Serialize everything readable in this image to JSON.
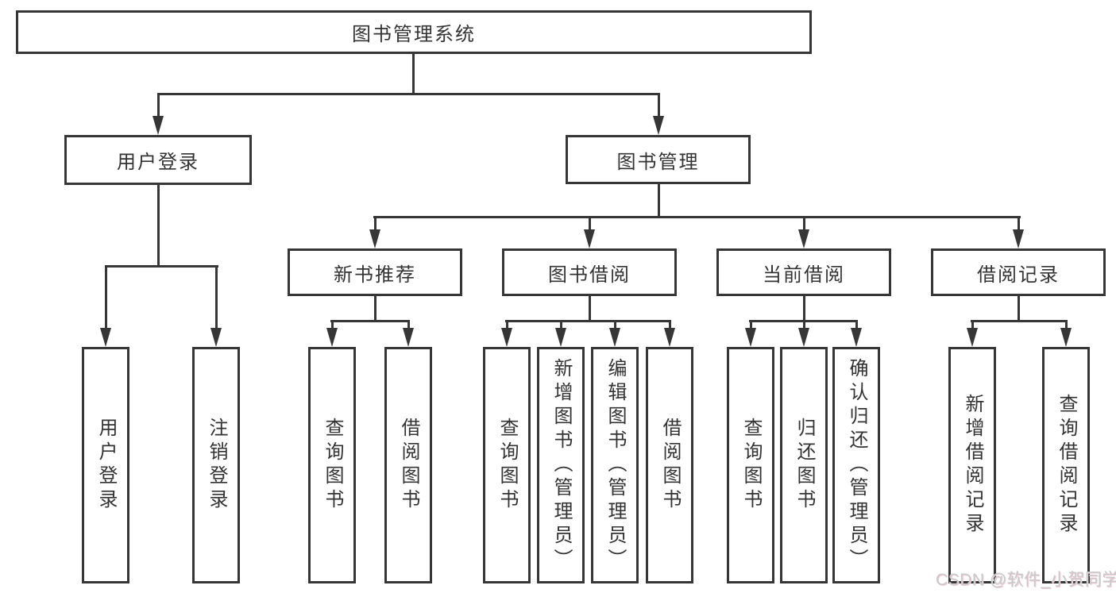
{
  "diagram": {
    "root": {
      "label": "图书管理系统"
    },
    "user_login": {
      "label": "用户登录",
      "children": [
        {
          "label": "用户登录"
        },
        {
          "label": "注销登录"
        }
      ]
    },
    "book_management": {
      "label": "图书管理",
      "modules": [
        {
          "label": "新书推荐",
          "children": [
            {
              "label": "查询图书"
            },
            {
              "label": "借阅图书"
            }
          ]
        },
        {
          "label": "图书借阅",
          "children": [
            {
              "label": "查询图书"
            },
            {
              "label": "新增图书（管理员）"
            },
            {
              "label": "编辑图书（管理员）"
            },
            {
              "label": "借阅图书"
            }
          ]
        },
        {
          "label": "当前借阅",
          "children": [
            {
              "label": "查询图书"
            },
            {
              "label": "归还图书"
            },
            {
              "label": "确认归还（管理员）"
            }
          ]
        },
        {
          "label": "借阅记录",
          "children": [
            {
              "label": "新增借阅记录"
            },
            {
              "label": "查询借阅记录"
            }
          ]
        }
      ]
    }
  },
  "watermark": {
    "text": "CSDN @软件_小贺同学"
  },
  "colors": {
    "line": "#363636",
    "text": "#333333",
    "background": "#ffffff",
    "watermark": "#c9c9c9"
  }
}
